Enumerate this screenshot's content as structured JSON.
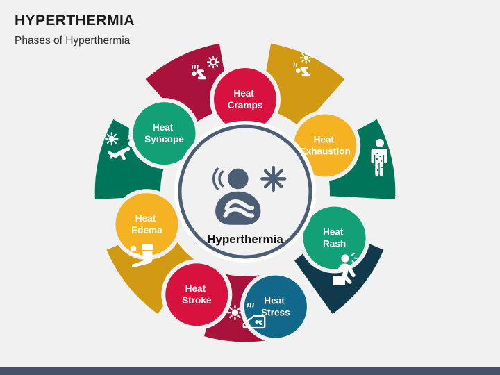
{
  "page": {
    "background_color": "#f1f1f1",
    "bottom_bar_color": "#44536b"
  },
  "header": {
    "title": "HYPERTHERMIA",
    "subtitle": "Phases of Hyperthermia"
  },
  "center": {
    "label": "Hyperthermia",
    "icon": "person-heat-sun-icon",
    "icon_color": "#4c5e74",
    "ring_color": "#4c5e74",
    "fill_color": "#f1f1f1"
  },
  "diagram": {
    "type": "circular-process-wheel",
    "segment_count": 7,
    "segments": [
      {
        "id": "heat-cramps",
        "label": "Heat Cramps",
        "label_line1": "Heat",
        "label_line2": "Cramps",
        "bubble_color": "#d8123f",
        "wedge_color": "#a8123b",
        "icon": "sun-person-cramp-icon",
        "position": "top"
      },
      {
        "id": "heat-exhaustion",
        "label": "Heat Exhaustion",
        "label_line1": "Heat",
        "label_line2": "Exhaustion",
        "bubble_color": "#f5b324",
        "wedge_color": "#d29a12",
        "icon": "sun-person-exhausted-icon",
        "position": "top-right"
      },
      {
        "id": "heat-rash",
        "label": "Heat Rash",
        "label_line1": "Heat",
        "label_line2": "Rash",
        "bubble_color": "#12a076",
        "wedge_color": "#00755a",
        "icon": "standing-person-rash-icon",
        "position": "right"
      },
      {
        "id": "heat-stress",
        "label": "Heat Stress",
        "label_line1": "Heat",
        "label_line2": "Stress",
        "bubble_color": "#11688a",
        "wedge_color": "#103a4c",
        "icon": "person-sitting-box-icon",
        "position": "bottom-right"
      },
      {
        "id": "heat-stroke",
        "label": "Heat Stroke",
        "label_line1": "Heat",
        "label_line2": "Stroke",
        "bubble_color": "#d8123f",
        "wedge_color": "#a8123b",
        "icon": "sun-person-collapsed-icon",
        "position": "bottom-left"
      },
      {
        "id": "heat-edema",
        "label": "Heat Edema",
        "label_line1": "Heat",
        "label_line2": "Edema",
        "bubble_color": "#f5b324",
        "wedge_color": "#d29a12",
        "icon": "swollen-leg-foot-icon",
        "position": "left"
      },
      {
        "id": "heat-syncope",
        "label": "Heat Syncope",
        "label_line1": "Heat",
        "label_line2": "Syncope",
        "bubble_color": "#12a076",
        "wedge_color": "#00755a",
        "icon": "sun-person-fainting-icon",
        "position": "top-left"
      }
    ]
  }
}
